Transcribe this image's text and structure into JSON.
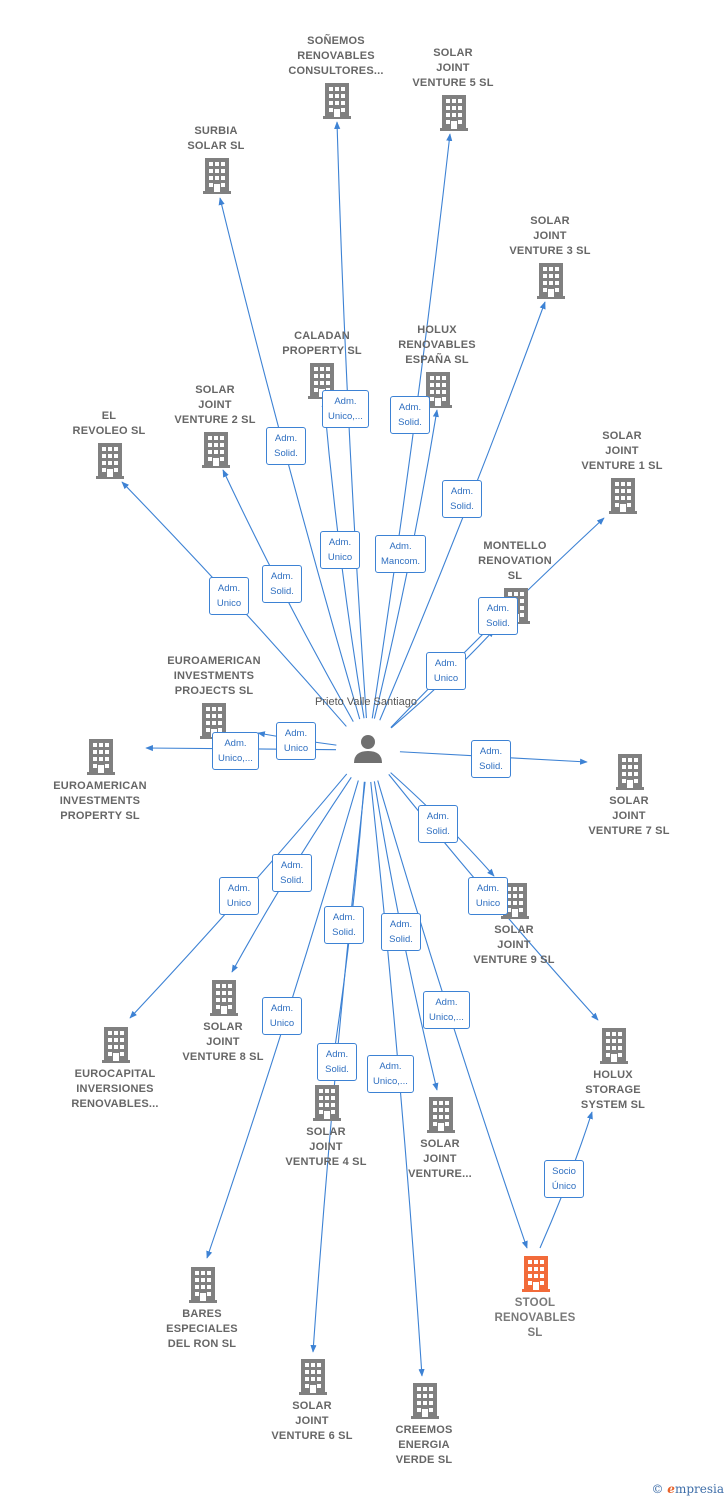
{
  "center": {
    "name": "Prieto Valle\nSantiago",
    "icon": "person-icon"
  },
  "colors": {
    "edge": "#3d82d4",
    "building": "#808080",
    "highlight": "#f26b3a",
    "label_border": "#3d82d4"
  },
  "companies": [
    {
      "id": "sonemos",
      "name": "SOÑEMOS\nRENOVABLES\nCONSULTORES...",
      "relation": ""
    },
    {
      "id": "sjv5",
      "name": "SOLAR\nJOINT\nVENTURE 5  SL",
      "relation": ""
    },
    {
      "id": "surbia",
      "name": "SURBIA\nSOLAR  SL",
      "relation": "Adm.\nSolid."
    },
    {
      "id": "sjv3",
      "name": "SOLAR\nJOINT\nVENTURE 3  SL",
      "relation": "Adm.\nSolid."
    },
    {
      "id": "caladan",
      "name": "CALADAN\nPROPERTY  SL",
      "relation": "Adm.\nUnico,..."
    },
    {
      "id": "holux_esp",
      "name": "HOLUX\nRENOVABLES\nESPAÑA  SL",
      "relation": "Adm.\nSolid."
    },
    {
      "id": "sjv2",
      "name": "SOLAR\nJOINT\nVENTURE 2  SL",
      "relation": "Adm.\nSolid."
    },
    {
      "id": "revoleo",
      "name": "EL\nREVOLEO  SL",
      "relation": "Adm.\nUnico"
    },
    {
      "id": "sjv1",
      "name": "SOLAR\nJOINT\nVENTURE 1  SL",
      "relation": "Adm.\nSolid."
    },
    {
      "id": "montello",
      "name": "MONTELLO\nRENOVATION\nSL",
      "relation": "Adm.\nUnico"
    },
    {
      "id": "euroinv",
      "name": "EUROAMERICAN\nINVESTMENTS\nPROJECTS  SL",
      "relation": "Adm.\nUnico"
    },
    {
      "id": "europrop",
      "name": "EUROAMERICAN\nINVESTMENTS\nPROPERTY  SL",
      "relation": "Adm.\nUnico,..."
    },
    {
      "id": "sjv7",
      "name": "SOLAR\nJOINT\nVENTURE 7  SL",
      "relation": "Adm.\nSolid."
    },
    {
      "id": "sjv9",
      "name": "SOLAR\nJOINT\nVENTURE 9  SL",
      "relation": "Adm.\nSolid."
    },
    {
      "id": "holux_st",
      "name": "HOLUX\nSTORAGE\nSYSTEM  SL",
      "relation": "Adm.\nUnico"
    },
    {
      "id": "eurocap",
      "name": "EUROCAPITAL\nINVERSIONES\nRENOVABLES...",
      "relation": "Adm.\nUnico"
    },
    {
      "id": "sjv8",
      "name": "SOLAR\nJOINT\nVENTURE 8  SL",
      "relation": "Adm.\nSolid."
    },
    {
      "id": "sjv4",
      "name": "SOLAR\nJOINT\nVENTURE 4  SL",
      "relation": "Adm.\nSolid."
    },
    {
      "id": "sjvx",
      "name": "SOLAR\nJOINT\nVENTURE...",
      "relation": "Adm.\nSolid."
    },
    {
      "id": "bares",
      "name": "BARES\nESPECIALES\nDEL RON SL",
      "relation": "Adm.\nUnico"
    },
    {
      "id": "sjv6",
      "name": "SOLAR\nJOINT\nVENTURE 6  SL",
      "relation": "Adm.\nSolid."
    },
    {
      "id": "creemos",
      "name": "CREEMOS\nENERGIA\nVERDE  SL",
      "relation": "Adm.\nUnico,..."
    },
    {
      "id": "stool",
      "name": "STOOL\nRENOVABLES\nSL",
      "relation": "Adm.\nUnico,...",
      "highlight": true
    }
  ],
  "extra_labels": [
    {
      "id": "caladan_unico",
      "text": "Adm.\nUnico"
    },
    {
      "id": "mancom",
      "text": "Adm.\nMancom."
    },
    {
      "id": "montello_solid",
      "text": "Adm.\nSolid."
    }
  ],
  "secondary_edges": [
    {
      "from": "stool",
      "to": "holux_st",
      "relation": "Socio\nÚnico"
    }
  ],
  "brand": {
    "symbol": "©",
    "initial": "e",
    "rest": "mpresia"
  }
}
